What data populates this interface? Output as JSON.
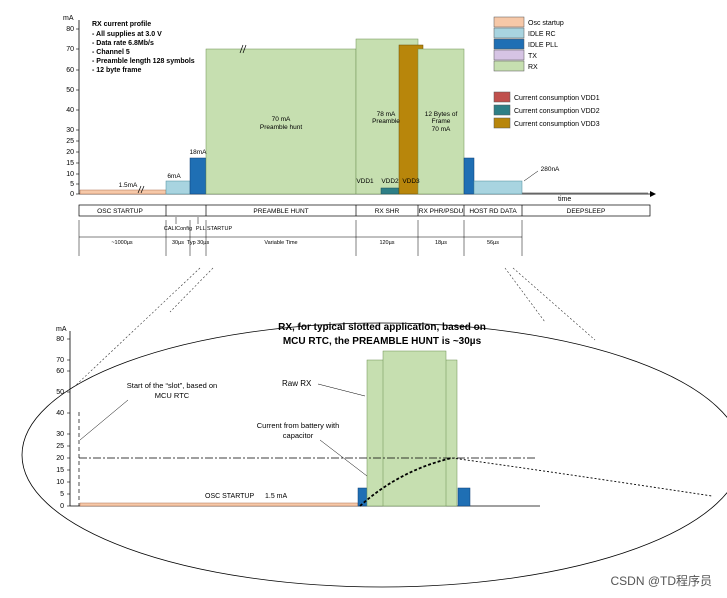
{
  "top_chart": {
    "y_unit": "mA",
    "y_ticks": [
      "0",
      "5",
      "10",
      "15",
      "20",
      "25",
      "30",
      "40",
      "50",
      "60",
      "70",
      "80"
    ],
    "x_label": "time",
    "profile": {
      "title": "RX current profile",
      "bullets": [
        "- All supplies at 3.0 V",
        "- Data rate 6.8Mb/s",
        "- Channel 5",
        "- Preamble length 128 symbols",
        "- 12 byte frame"
      ]
    },
    "legend_phases": [
      {
        "label": "Osc startup",
        "color": "#f6c8a8"
      },
      {
        "label": "IDLE RC",
        "color": "#a8d4e0"
      },
      {
        "label": "IDLE PLL",
        "color": "#1f6fb4"
      },
      {
        "label": "TX",
        "color": "#d6c4e4"
      },
      {
        "label": "RX",
        "color": "#c6dfb0"
      }
    ],
    "legend_vdd": [
      {
        "label": "Current consumption VDD1",
        "color": "#c0504d"
      },
      {
        "label": "Current consumption VDD2",
        "color": "#2e7f86"
      },
      {
        "label": "Current consumption VDD3",
        "color": "#b8860b"
      }
    ],
    "labels": {
      "osc": "1.5mA",
      "idle_rc": "6mA",
      "pll": "18mA",
      "preamble_value": "70 mA",
      "preamble_name": "Preamble hunt",
      "shr_value": "78 mA",
      "shr_name": "Preamble",
      "frame_line1": "12 Bytes of",
      "frame_line2": "Frame",
      "frame_value": "70 mA",
      "deepsleep": "280nA",
      "vdd1": "VDD1",
      "vdd2": "VDD2",
      "vdd3": "VDD3"
    },
    "phases": [
      "OSC STARTUP",
      "PREAMBLE HUNT",
      "RX SHR",
      "RX PHR/PSDU",
      "HOST RD DATA",
      "DEEPSLEEP"
    ],
    "sub_phases": [
      "CALIConfig",
      "PLL STARTUP"
    ],
    "durations": [
      "~1000µs",
      "30µs",
      "Typ 30µs",
      "Variable Time",
      "120µs",
      "18µs",
      "56µs"
    ]
  },
  "zoom_chart": {
    "title_line1": "RX, for typical slotted application, based on",
    "title_line2": "MCU RTC, the PREAMBLE HUNT is ~30µs",
    "y_unit": "mA",
    "y_ticks": [
      "0",
      "5",
      "10",
      "15",
      "20",
      "25",
      "30",
      "40",
      "50",
      "60",
      "70",
      "80"
    ],
    "slot_line1": "Start of the “slot”, based on",
    "slot_line2": "MCU RTC",
    "raw_rx": "Raw RX",
    "battery_line1": "Current from battery with",
    "battery_line2": "capacitor",
    "osc_label": "OSC STARTUP",
    "osc_value": "1.5 mA"
  },
  "watermark": "CSDN @TD程序员"
}
